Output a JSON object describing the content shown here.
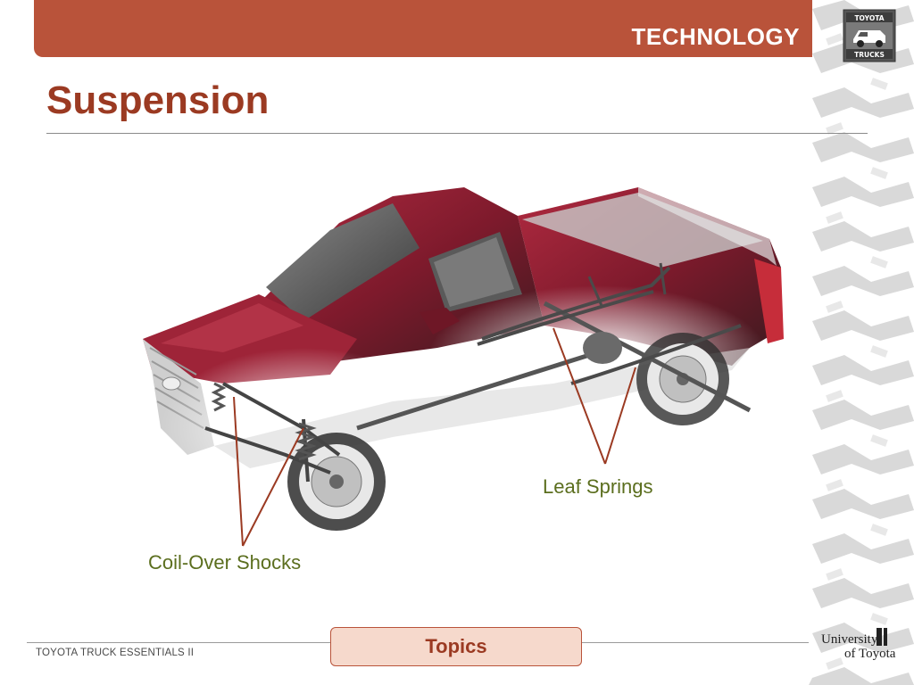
{
  "header": {
    "section_label": "TECHNOLOGY"
  },
  "logo": {
    "top_text": "TOYOTA",
    "bottom_text": "TRUCKS"
  },
  "slide": {
    "title": "Suspension"
  },
  "callouts": {
    "leaf_springs": "Leaf Springs",
    "coil_over_shocks": "Coil-Over Shocks"
  },
  "footer": {
    "course_name": "TOYOTA TRUCK ESSENTIALS II",
    "topics_label": "Topics"
  },
  "university_logo": {
    "line1": "University",
    "line2": "of Toyota"
  },
  "colors": {
    "brand": "#b9533a",
    "title": "#9b3a22",
    "callout": "#5b6e1e",
    "leader": "#9b3a22",
    "truck_body": "#9a1f33"
  }
}
